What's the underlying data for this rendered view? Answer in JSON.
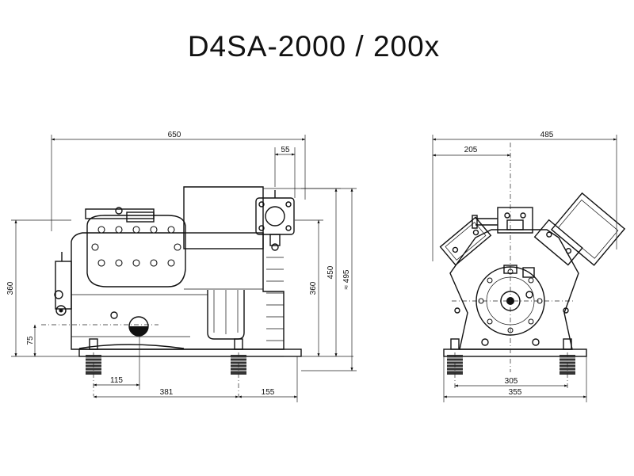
{
  "title": "D4SA-2000 / 200x",
  "side_view": {
    "dim_width": "650",
    "dim_top_small": "55",
    "dim_height_left": "360",
    "dim_low": "75",
    "dim_foot": "115",
    "dim_bottom_left": "381",
    "dim_bottom_right": "155",
    "dim_right_360": "360",
    "dim_right_450": "450",
    "dim_right_495": "≈ 495"
  },
  "front_view": {
    "dim_width": "485",
    "dim_offset": "205",
    "dim_bolt": "305",
    "dim_base": "355"
  }
}
